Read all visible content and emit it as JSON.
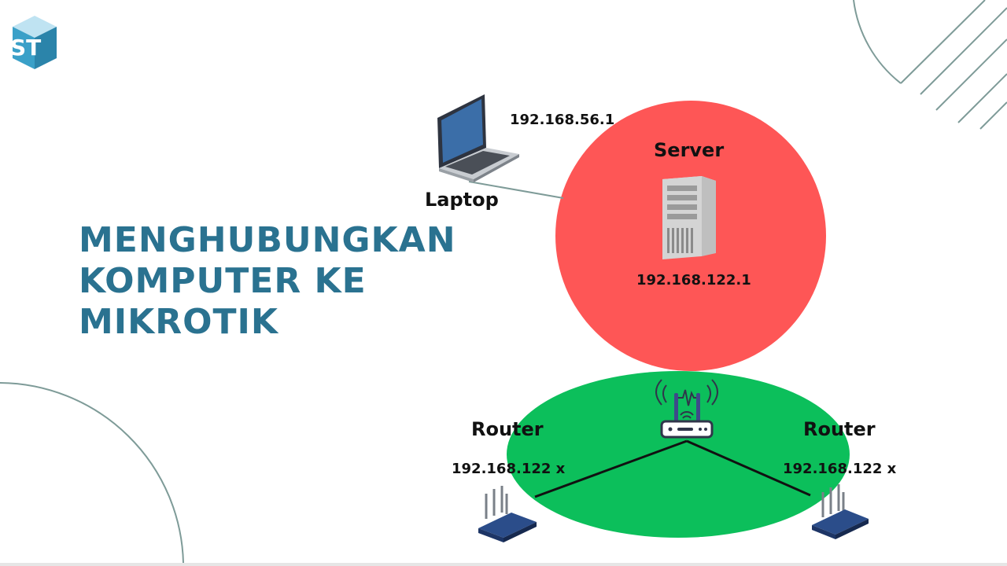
{
  "logo": {
    "letters": "ST",
    "mark_text": ""
  },
  "title": {
    "lines": [
      "MENGHUBUNGKAN",
      "KOMPUTER KE",
      "MIKROTIK"
    ]
  },
  "colors": {
    "title": "#2a7290",
    "server_zone": "#fe5656",
    "router_zone": "#0cbf5b",
    "deco_lines": "#7e9b98",
    "logo": "#3aa0c8"
  },
  "nodes": {
    "laptop": {
      "label": "Laptop",
      "ip": "192.168.56.1",
      "icon": "laptop-icon"
    },
    "server": {
      "label": "Server",
      "ip": "192.168.122.1",
      "icon": "server-icon"
    },
    "router_left": {
      "label": "Router",
      "ip": "192.168.122 x",
      "icon": "router-icon"
    },
    "router_right": {
      "label": "Router",
      "ip": "192.168.122 x",
      "icon": "router-icon"
    },
    "hub": {
      "icon": "wifi-router-icon"
    }
  }
}
